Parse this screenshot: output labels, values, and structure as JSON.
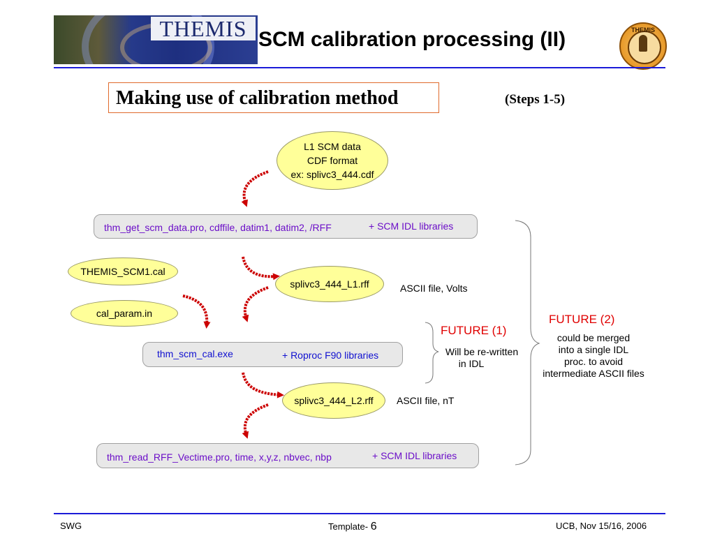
{
  "header": {
    "logo_text": "THEMIS",
    "title": "SCM calibration processing (II)",
    "seal_text": "THEMIS"
  },
  "subtitle": {
    "text": "Making use of calibration method",
    "steps": "(Steps 1-5)"
  },
  "nodes": {
    "l1_data": [
      "L1 SCM data",
      "CDF format",
      "ex: splivc3_444.cdf"
    ],
    "cal_file": "THEMIS_SCM1.cal",
    "param_file": "cal_param.in",
    "l1_rff": "splivc3_444_L1.rff",
    "l2_rff": "splivc3_444_L2.rff"
  },
  "boxes": {
    "get_data": {
      "command": "thm_get_scm_data.pro, cdffile, datim1, datim2, /RFF",
      "library": "+ SCM IDL libraries"
    },
    "cal_exe": {
      "command": "thm_scm_cal.exe",
      "library": "+ Roproc F90 libraries"
    },
    "read_rff": {
      "command": "thm_read_RFF_Vectime.pro, time, x,y,z, nbvec, nbp",
      "library": "+ SCM IDL libraries"
    }
  },
  "annotations": {
    "l1_desc": "ASCII file, Volts",
    "l2_desc": "ASCII file, nT",
    "future1_title": "FUTURE (1)",
    "future1_lines": [
      "Will be re-written",
      "in IDL"
    ],
    "future2_title": "FUTURE (2)",
    "future2_lines": [
      "could be merged",
      "into a single IDL",
      "proc. to avoid",
      "intermediate ASCII files"
    ]
  },
  "footer": {
    "left": "SWG",
    "center_label": "Template- ",
    "page_number": "6",
    "right": "UCB, Nov 15/16, 2006"
  },
  "colors": {
    "rule": "#1b1bd8",
    "arrow": "#cc0000",
    "ellipse_fill": "#ffff99",
    "box_fill": "#e8e8e8",
    "future_text": "#e00000",
    "library_purple": "#6b0ec8",
    "library_blue": "#1010d0"
  }
}
